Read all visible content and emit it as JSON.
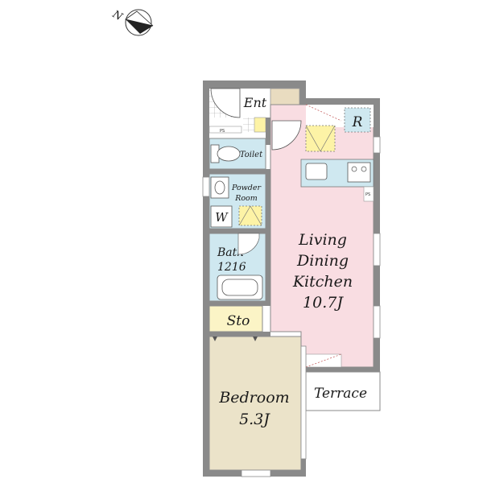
{
  "compass": {
    "label": "N",
    "icon": "north-arrow-icon"
  },
  "rooms": {
    "entrance": "Ent",
    "toilet": "Toilet",
    "powder_room": [
      "Powder",
      "Room"
    ],
    "washer": "W",
    "bath": [
      "Bath",
      "1216"
    ],
    "storage": "Sto",
    "refrigerator": "R",
    "ldk": [
      "Living",
      "Dining",
      "Kitchen",
      "10.7J"
    ],
    "bedroom": [
      "Bedroom",
      "5.3J"
    ],
    "terrace": "Terrace",
    "ps_marks": [
      "PS",
      "PS"
    ]
  },
  "colors": {
    "wall": "#8a8a8a",
    "ldk_floor": "#f9dde2",
    "wet_floor": "#cfe8f0",
    "bedroom_floor": "#ebe3c9",
    "storage_floor": "#fbf4c6",
    "entrance_floor": "#e9dcc0",
    "appliance_fill": "#fdf3a6"
  }
}
